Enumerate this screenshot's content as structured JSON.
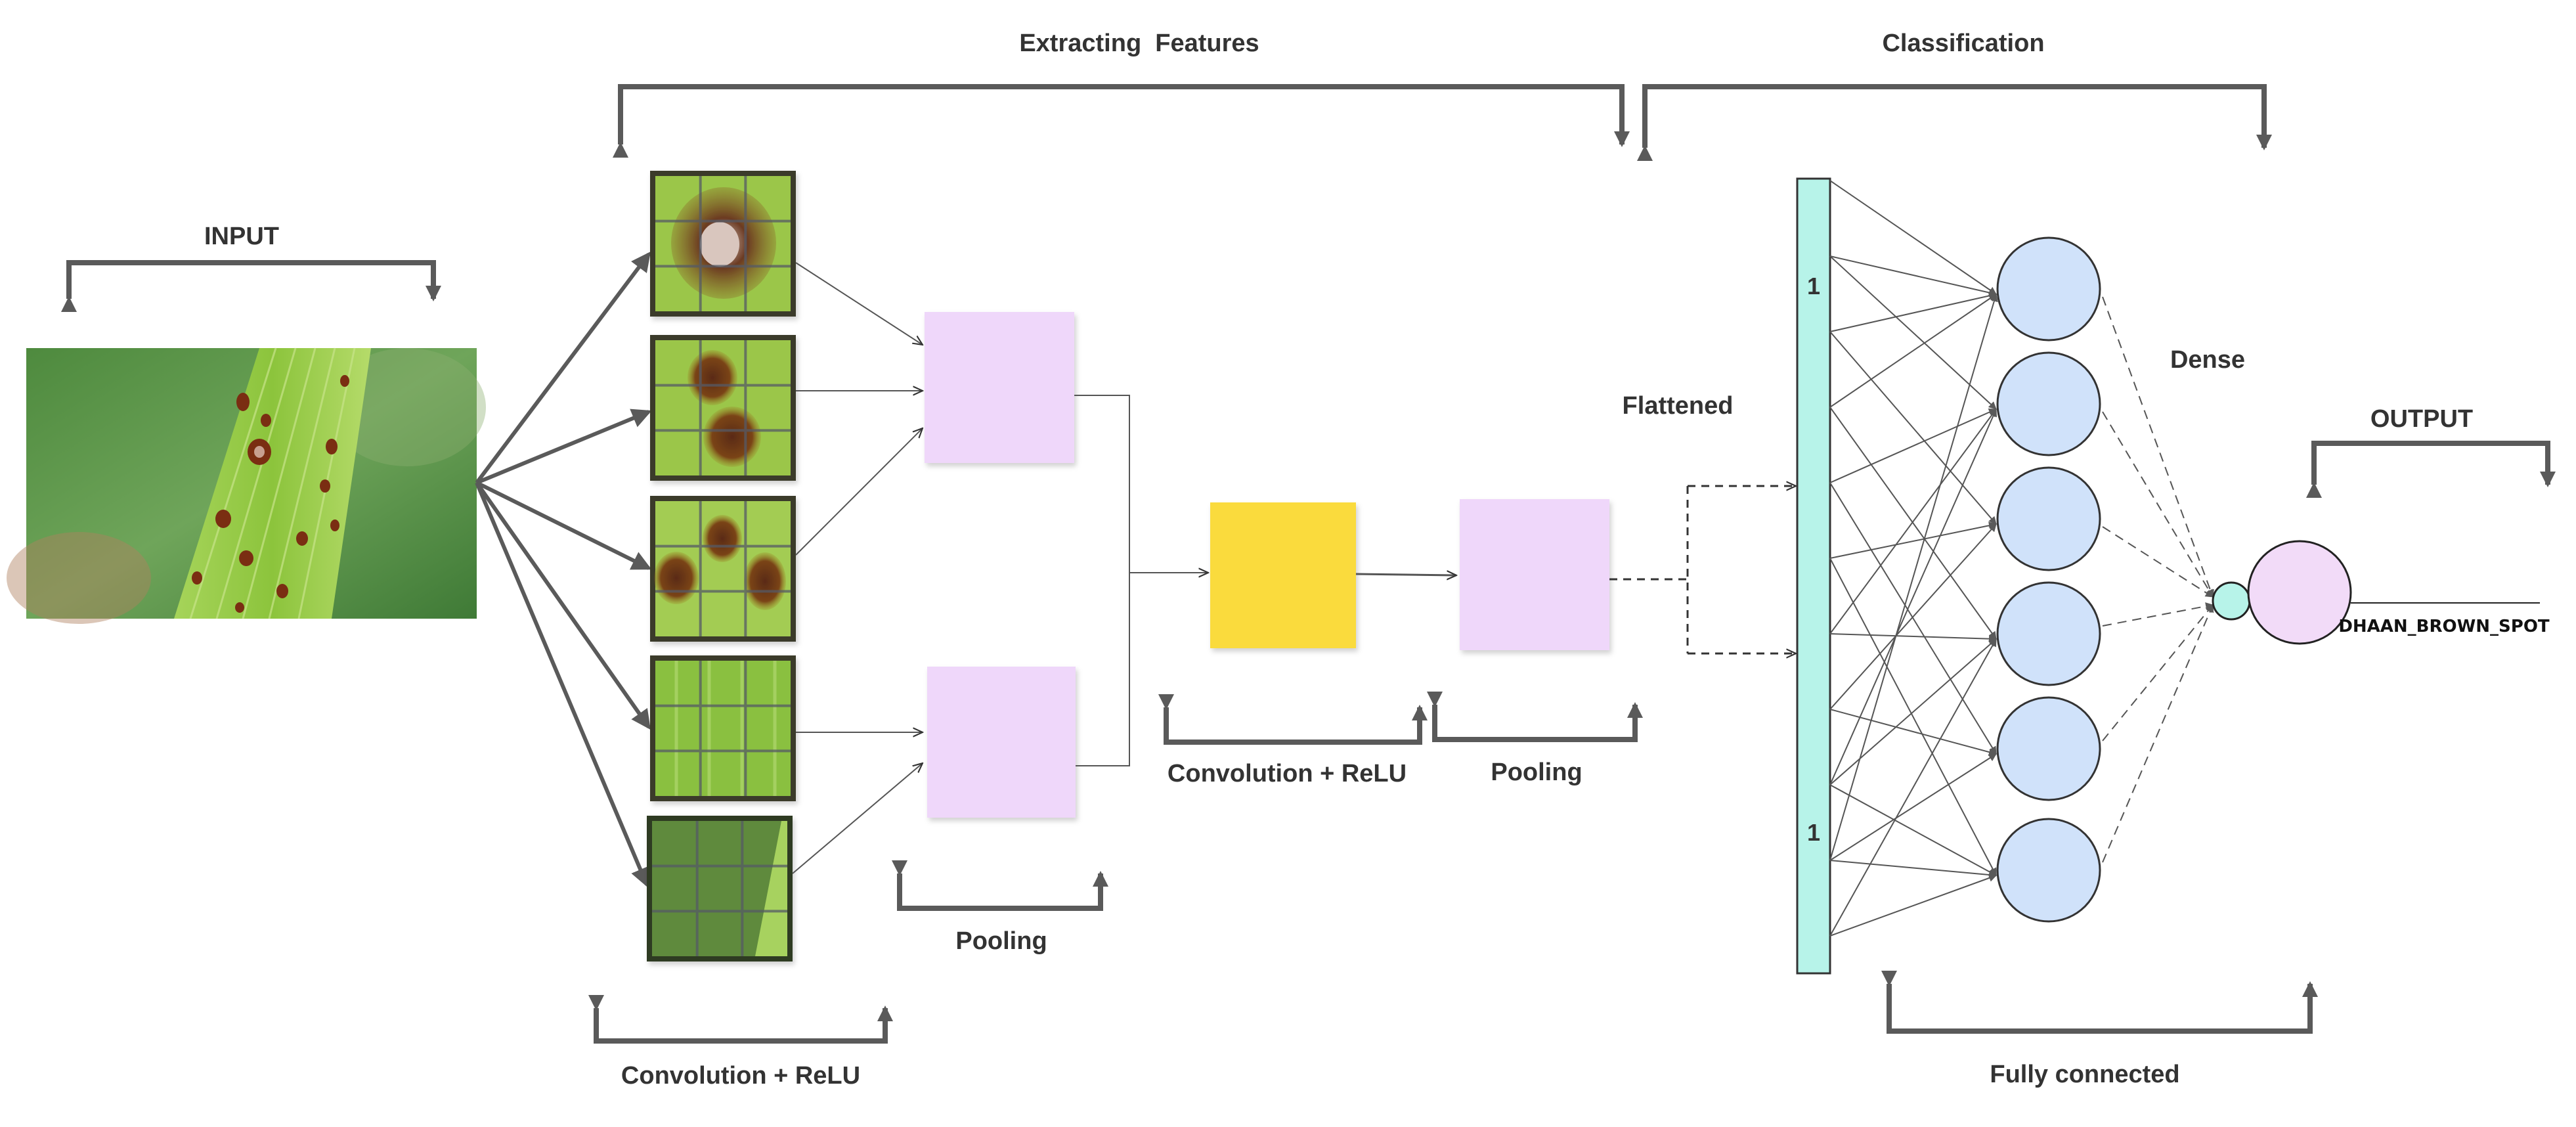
{
  "labels": {
    "extracting_features": "Extracting  Features",
    "classification": "Classification",
    "input": "INPUT",
    "output": "OUTPUT",
    "flattened": "Flattened",
    "dense": "Dense",
    "conv_relu_1": "Convolution + ReLU",
    "pooling_1": "Pooling",
    "conv_relu_2": "Convolution + ReLU",
    "pooling_2": "Pooling",
    "fully_connected": "Fully connected",
    "output_class": "DHAAN_BROWN_SPOT",
    "flatten_top": "1",
    "flatten_bottom": "1"
  },
  "colors": {
    "pool_box": "#EFD7FA",
    "conv_box": "#FADB3C",
    "flatten_bar": "#B7F3E9",
    "dense_node": "#D0E2FA",
    "output_node": "#F2DBF8",
    "small_node": "#B7F3E9",
    "arrow": "#5A5A5A",
    "leaf": "#8DC63F",
    "spot": "#7A3B1A"
  },
  "icons": {
    "input_image": "rice-leaf-photo",
    "feature_maps": "leaf-patch-grid-icon"
  }
}
